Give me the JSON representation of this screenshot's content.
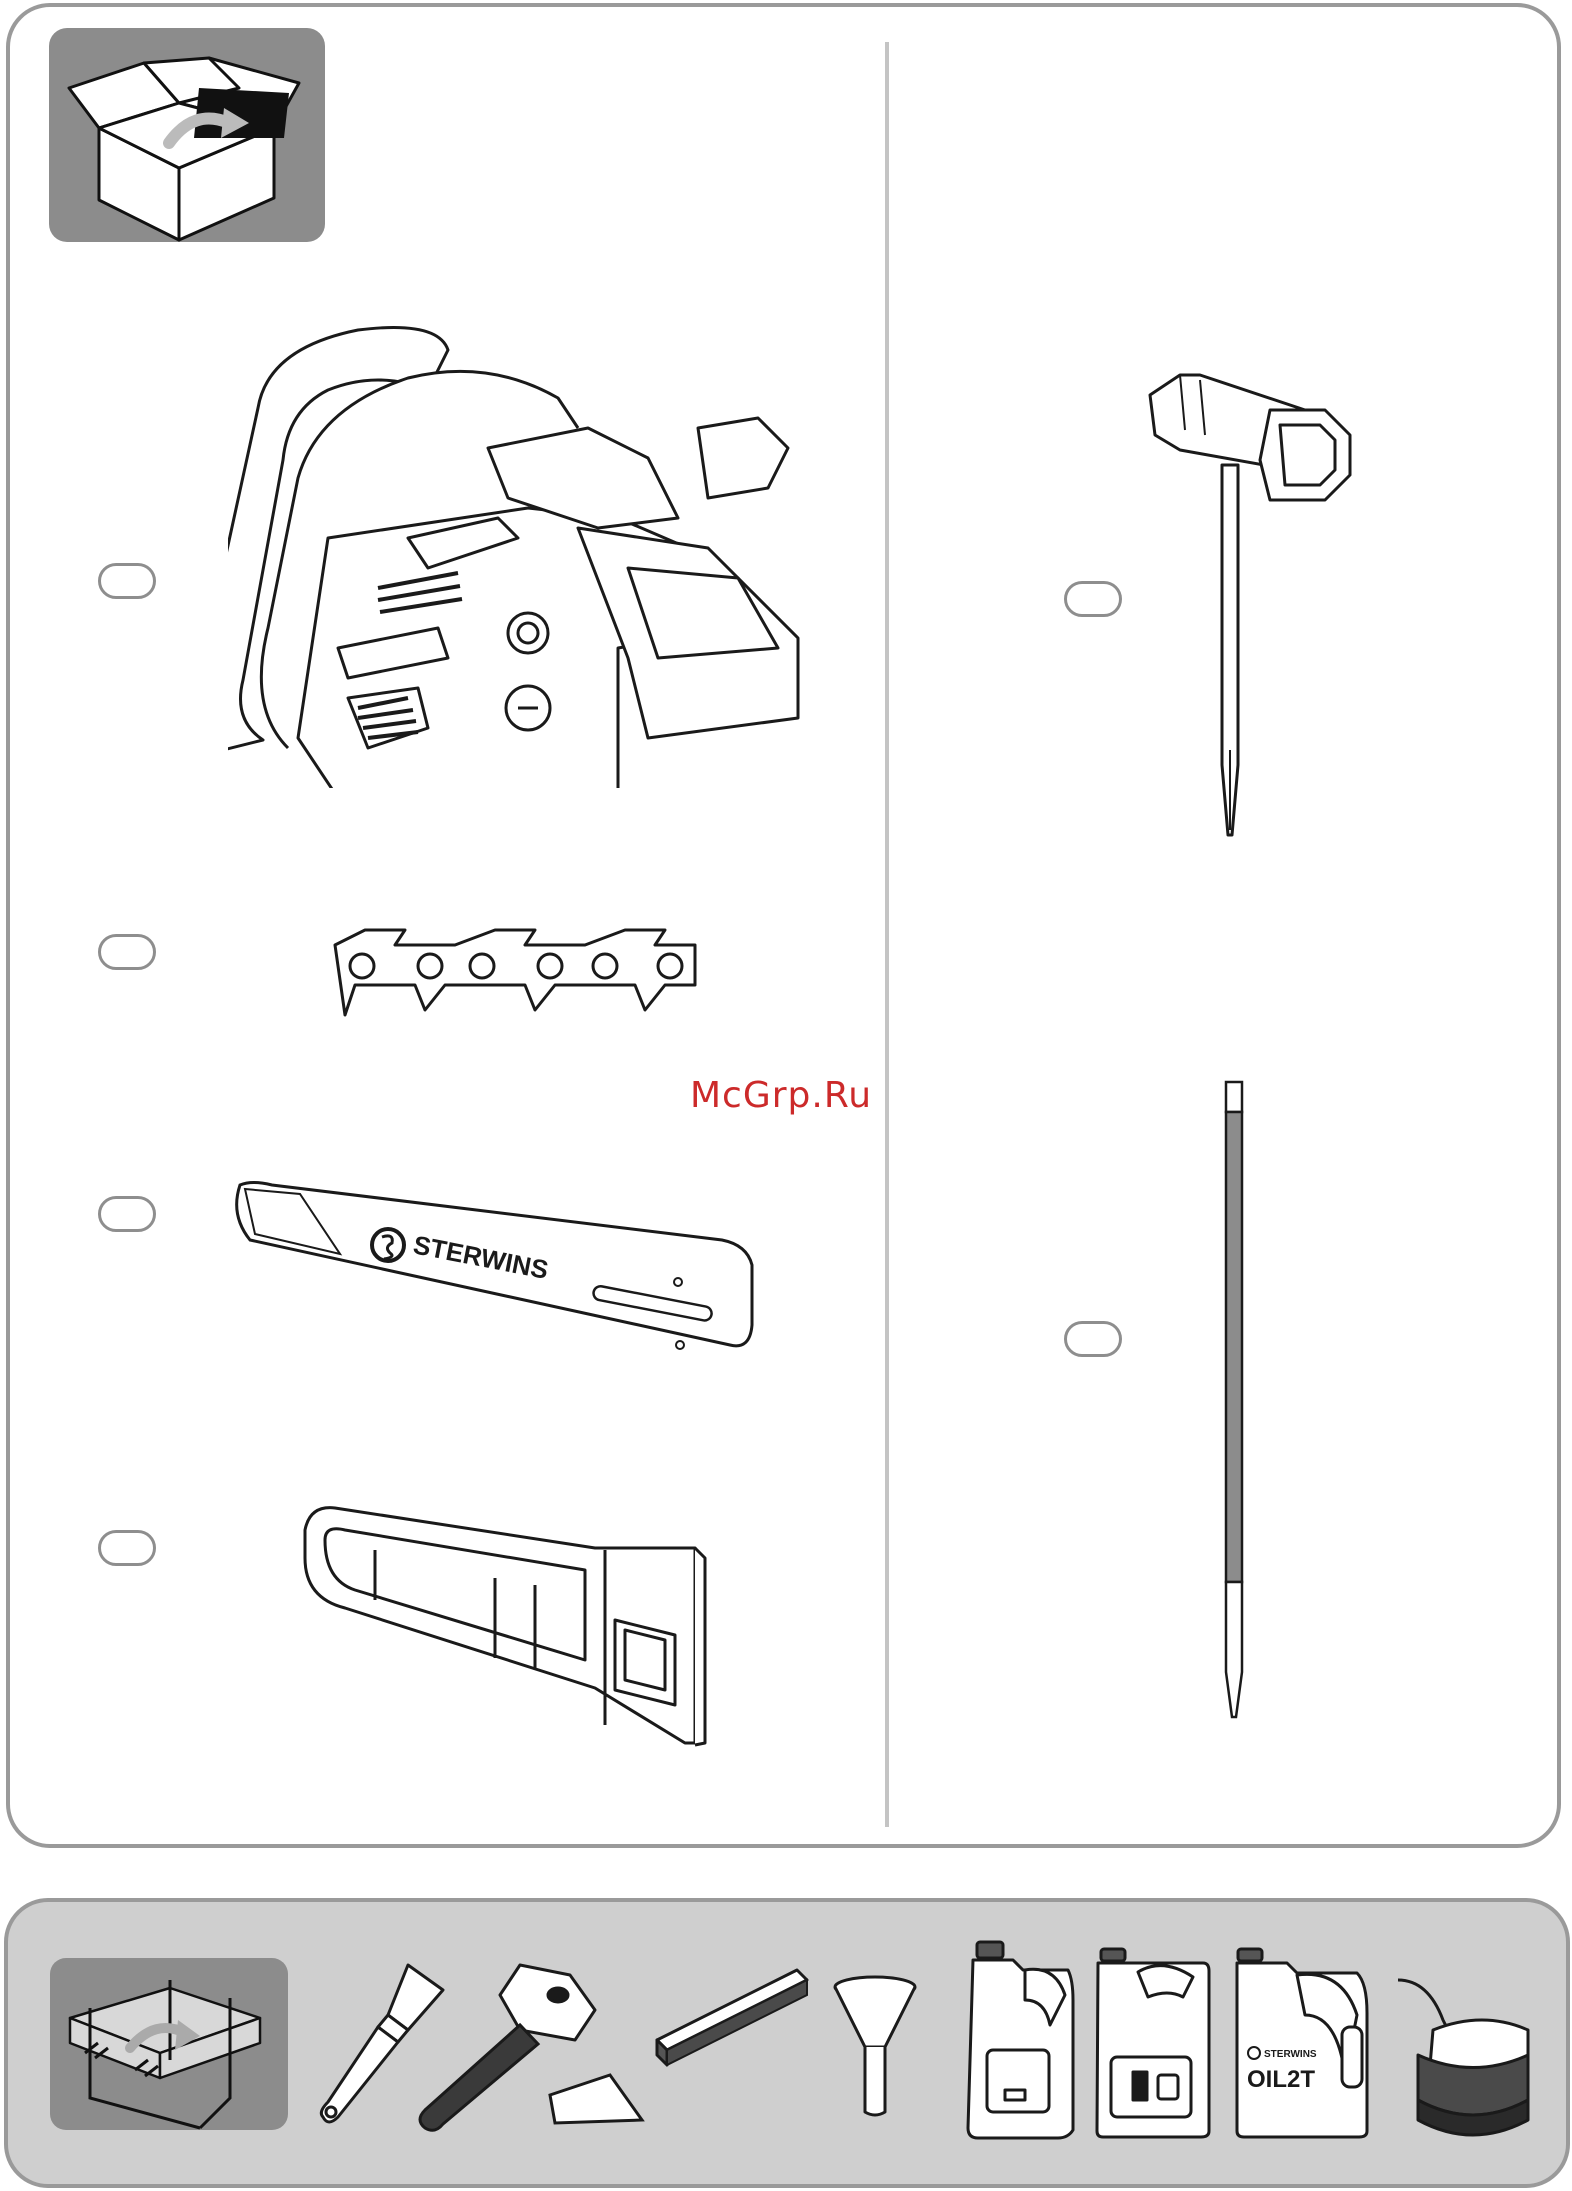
{
  "watermark": {
    "text": "McGrp.Ru"
  },
  "parts": {
    "guide_bar": {
      "brand_text": "STERWINS"
    }
  },
  "tools": {
    "oil_bottle": {
      "brand_text": "STERWINS",
      "product_text": "OIL2T"
    }
  },
  "colors": {
    "panel_border": "#9a9a9a",
    "badge_fill": "#8c8c8c",
    "tools_panel_fill": "#cfcfcf",
    "watermark": "#cc2a2a",
    "line_art": "#1a1a1a"
  }
}
